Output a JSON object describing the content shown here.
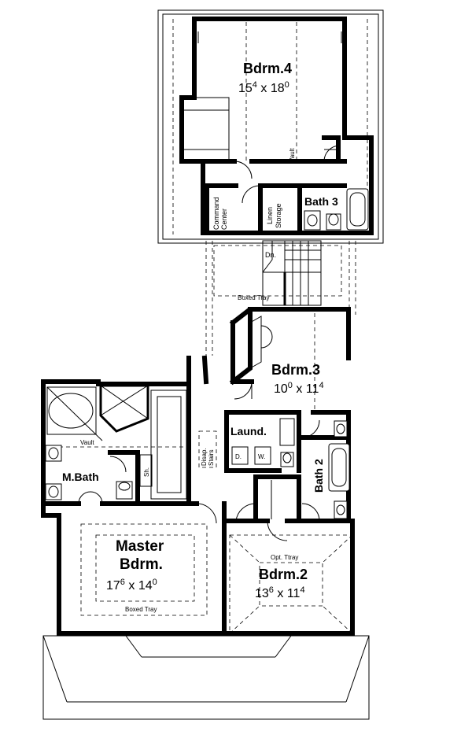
{
  "rooms": {
    "bdrm4": {
      "name": "Bdrm.4",
      "w_ft": "15",
      "w_in": "4",
      "sep": "x",
      "d_ft": "18",
      "d_in": "0"
    },
    "bdrm3": {
      "name": "Bdrm.3",
      "w_ft": "10",
      "w_in": "0",
      "sep": "x",
      "d_ft": "11",
      "d_in": "4"
    },
    "bdrm2": {
      "name": "Bdrm.2",
      "w_ft": "13",
      "w_in": "6",
      "sep": "x",
      "d_ft": "11",
      "d_in": "4"
    },
    "master": {
      "name_line1": "Master",
      "name_line2": "Bdrm.",
      "w_ft": "17",
      "w_in": "6",
      "sep": "x",
      "d_ft": "14",
      "d_in": "0"
    }
  },
  "labels": {
    "bath3": "Bath 3",
    "bath2": "Bath 2",
    "mbath": "M.Bath",
    "laund": "Laund.",
    "linen": "Linen",
    "storage": "Storage",
    "command": "Command",
    "center": "Center",
    "vault_top": "Vault",
    "vault_mbath": "Vault",
    "boxed_tray_top": "Boxed Tray",
    "boxed_tray_master": "Boxed Tray",
    "opt_tray": "Opt. Ttray",
    "stairs_dn": "Dn.",
    "disap": "Disap.",
    "stairs": "Stairs",
    "shower": "Sh.",
    "dryer": "D.",
    "washer": "W."
  }
}
